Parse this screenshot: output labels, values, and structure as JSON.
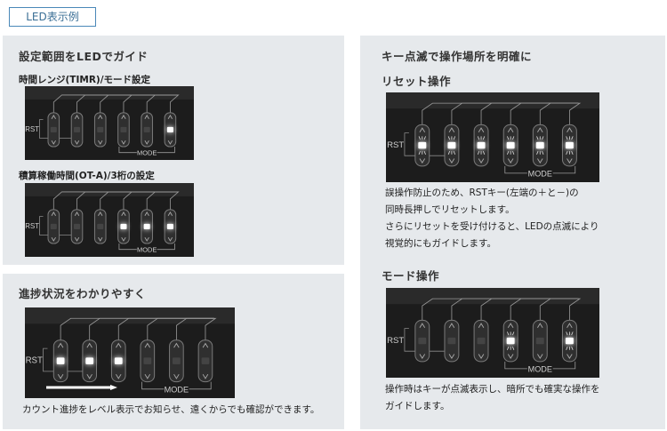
{
  "header": {
    "tag_label": "LED表示例"
  },
  "left_top": {
    "title": "設定範囲をLEDでガイド",
    "sub1": "時間レンジ(TIMR)/モード設定",
    "sub2": "積算稼働時間(OT-A)/3桁の設定"
  },
  "left_bottom": {
    "title": "進捗状況をわかりやすく",
    "caption": "カウント進捗をレベル表示でお知らせ、遠くからでも確認ができます。"
  },
  "right": {
    "title": "キー点滅で操作場所を明確に",
    "reset": {
      "title": "リセット操作",
      "lines": [
        "誤操作防止のため、RSTキー(左端の＋と－)の",
        "同時長押しでリセットします。",
        "さらにリセットを受け付けると、LEDの点滅により",
        "視覚的にもガイドします。"
      ]
    },
    "mode": {
      "title": "モード操作",
      "lines": [
        "操作時はキーが点滅表示し、暗所でも確実な操作を",
        "ガイドします。"
      ]
    }
  },
  "device_labels": {
    "rst": "RST",
    "mode": "MODE"
  },
  "images": [
    {
      "id": "timr",
      "lit": [
        false,
        false,
        false,
        false,
        false,
        true
      ],
      "blink": []
    },
    {
      "id": "ota",
      "lit": [
        false,
        false,
        false,
        true,
        true,
        true
      ],
      "blink": []
    },
    {
      "id": "progress",
      "lit": [
        true,
        true,
        true,
        false,
        false,
        false
      ],
      "blink": []
    },
    {
      "id": "reset",
      "lit": [
        true,
        true,
        true,
        true,
        true,
        true
      ],
      "blink": [
        true,
        true,
        true,
        true,
        true,
        true
      ]
    },
    {
      "id": "mode",
      "lit": [
        false,
        false,
        false,
        true,
        false,
        true
      ],
      "blink": [
        false,
        false,
        false,
        true,
        false,
        true
      ]
    }
  ],
  "colors": {
    "accent": "#4a88b8",
    "panel_bg": "#e6e9ec",
    "device_bg": "#1b1b1b",
    "led_on": "#ffffff"
  }
}
